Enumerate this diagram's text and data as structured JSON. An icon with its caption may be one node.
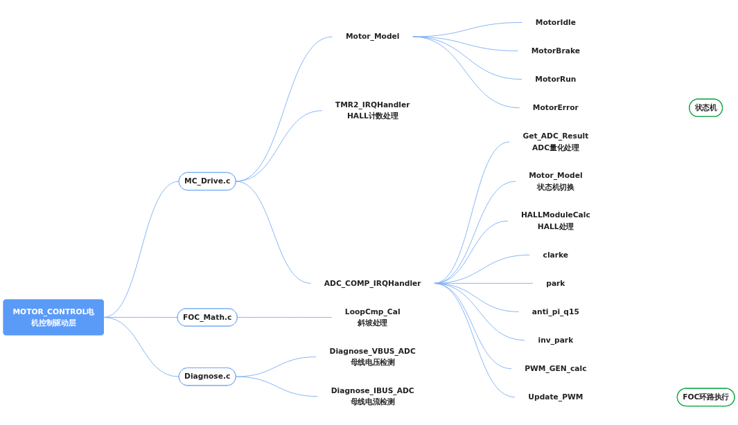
{
  "diagram": {
    "nodes": [
      {
        "text": [
          "MOTOR_CONTROL电机控制驱动层"
        ]
      },
      {
        "text": [
          "MC_Drive.c"
        ]
      },
      {
        "text": [
          "Motor_Model"
        ]
      },
      {
        "text": [
          "MotorIdle"
        ]
      },
      {
        "text": [
          "MotorBrake"
        ]
      },
      {
        "text": [
          "MotorRun"
        ]
      },
      {
        "text": [
          "MotorError"
        ]
      },
      {
        "text": [
          "状态机"
        ]
      },
      {
        "text": [
          "TMR2_IRQHandler",
          "HALL计数处理"
        ]
      },
      {
        "text": [
          "ADC_COMP_IRQHandler"
        ]
      },
      {
        "text": [
          "Get_ADC_Result",
          "ADC量化处理"
        ]
      },
      {
        "text": [
          "Motor_Model",
          "状态机切换"
        ]
      },
      {
        "text": [
          "HALLModuleCalc",
          "HALL处理"
        ]
      },
      {
        "text": [
          "clarke"
        ]
      },
      {
        "text": [
          "park"
        ]
      },
      {
        "text": [
          "anti_pi_q15"
        ]
      },
      {
        "text": [
          "inv_park"
        ]
      },
      {
        "text": [
          "PWM_GEN_calc"
        ]
      },
      {
        "text": [
          "Update_PWM"
        ]
      },
      {
        "text": [
          "FOC环路执行"
        ]
      },
      {
        "text": [
          "FOC_Math.c"
        ]
      },
      {
        "text": [
          "LoopCmp_Cal",
          "斜坡处理"
        ]
      },
      {
        "text": [
          "Diagnose.c"
        ]
      },
      {
        "text": [
          "Diagnose_VBUS_ADC",
          "母线电压检测"
        ]
      },
      {
        "text": [
          "Diagnose_IBUS_ADC",
          "母线电流检测"
        ]
      }
    ],
    "edges": [
      {
        "from": 0,
        "to": 1,
        "arrow": "none"
      },
      {
        "from": 1,
        "to": 2,
        "arrow": "none"
      },
      {
        "from": 2,
        "to": 3,
        "arrow": "none"
      },
      {
        "from": 2,
        "to": 4,
        "arrow": "none"
      },
      {
        "from": 2,
        "to": 5,
        "arrow": "none"
      },
      {
        "from": 2,
        "to": 6,
        "arrow": "none"
      },
      {
        "from": 1,
        "to": 8,
        "arrow": "none"
      },
      {
        "from": 1,
        "to": 9,
        "arrow": "none"
      },
      {
        "from": 9,
        "to": 10,
        "arrow": "none"
      },
      {
        "from": 9,
        "to": 11,
        "arrow": "none"
      },
      {
        "from": 9,
        "to": 12,
        "arrow": "none"
      },
      {
        "from": 9,
        "to": 13,
        "arrow": "none"
      },
      {
        "from": 9,
        "to": 14,
        "arrow": "none"
      },
      {
        "from": 9,
        "to": 15,
        "arrow": "none"
      },
      {
        "from": 9,
        "to": 16,
        "arrow": "none"
      },
      {
        "from": 9,
        "to": 17,
        "arrow": "none"
      },
      {
        "from": 9,
        "to": 18,
        "arrow": "none"
      },
      {
        "from": 0,
        "to": 20,
        "arrow": "none"
      },
      {
        "from": 20,
        "to": 21,
        "arrow": "none"
      },
      {
        "from": 0,
        "to": 22,
        "arrow": "none"
      },
      {
        "from": 22,
        "to": 23,
        "arrow": "none"
      },
      {
        "from": 22,
        "to": 24,
        "arrow": "none"
      }
    ]
  }
}
